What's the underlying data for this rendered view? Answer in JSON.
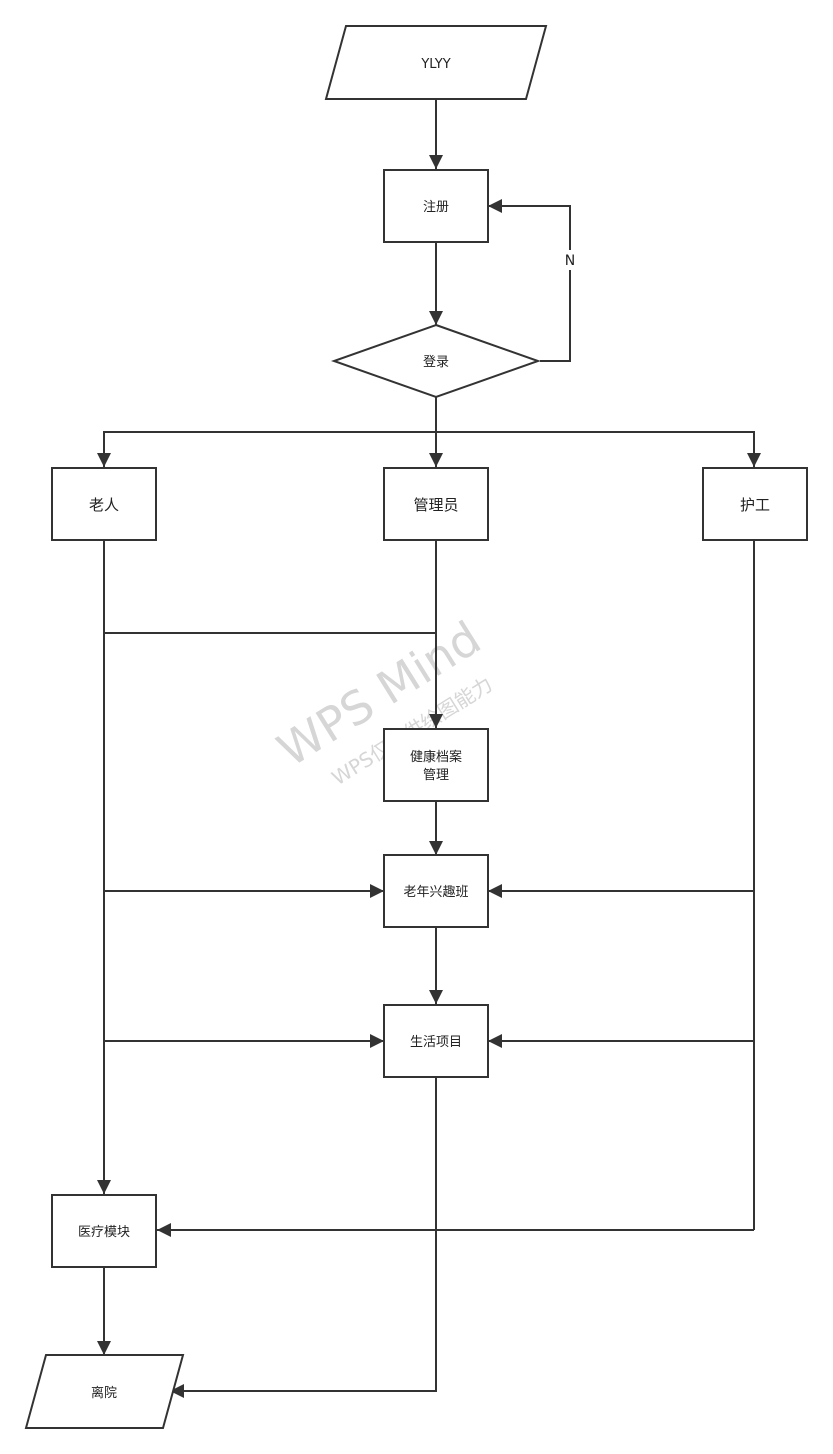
{
  "diagram": {
    "nodes": {
      "ylyy": "YLYY",
      "register": "注册",
      "login": "登录",
      "elderly": "老人",
      "admin": "管理员",
      "nurse": "护工",
      "health_line1": "健康档案",
      "health_line2": "管理",
      "interest": "老年兴趣班",
      "life": "生活项目",
      "medical": "医疗模块",
      "leave": "离院"
    },
    "edge_labels": {
      "login_fail": "N"
    }
  },
  "watermark": {
    "line1": "WPS Mind",
    "line2": "WPS仅提供绘图能力"
  },
  "colors": {
    "stroke": "#333333",
    "fill": "#ffffff",
    "watermark": "#d6d6d6"
  }
}
